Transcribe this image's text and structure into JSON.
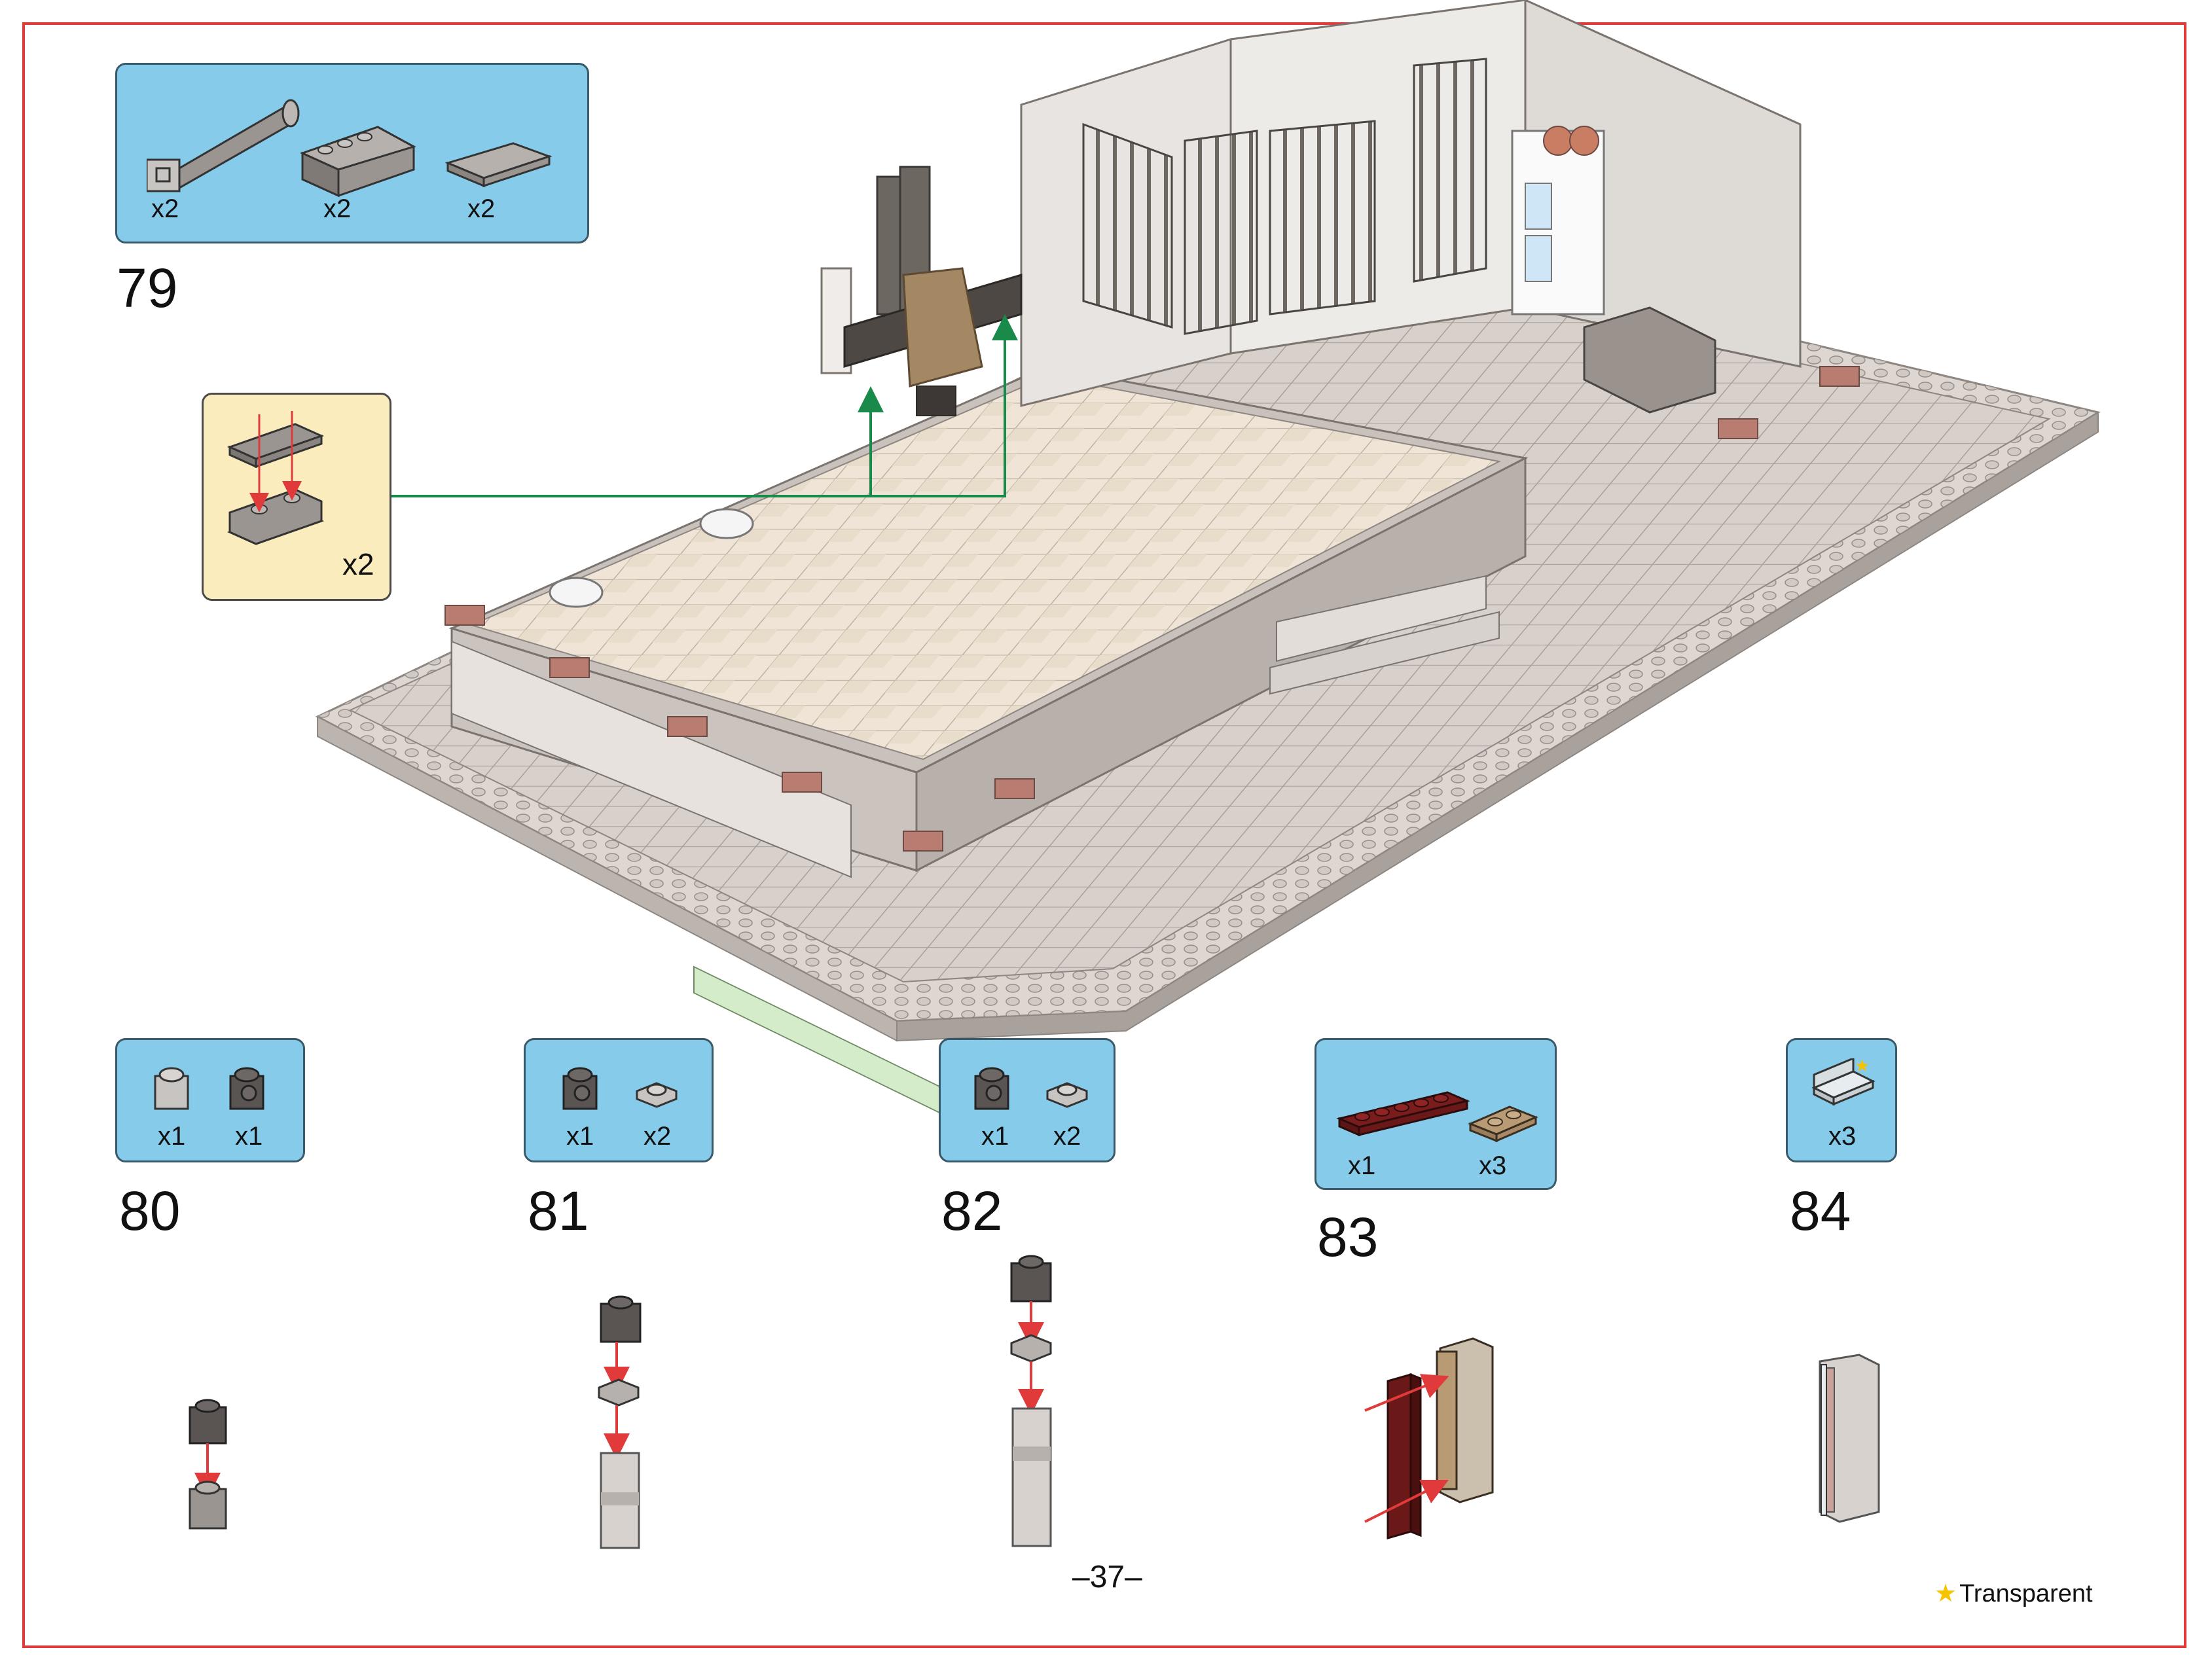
{
  "page_number": "–37–",
  "legend": {
    "star": "★",
    "label": "Transparent"
  },
  "steps": {
    "s79": {
      "number": "79",
      "parts": [
        {
          "qty": "x2",
          "part": "bar-3l-icon"
        },
        {
          "qty": "x2",
          "part": "slope-2x4-icon"
        },
        {
          "qty": "x2",
          "part": "tile-2x4-icon"
        }
      ],
      "subassembly_qty": "x2"
    },
    "s80": {
      "number": "80",
      "parts": [
        {
          "qty": "x1",
          "part": "brick-1x1-light-gray"
        },
        {
          "qty": "x1",
          "part": "brick-1x1-stud-side-dark-gray"
        }
      ]
    },
    "s81": {
      "number": "81",
      "parts": [
        {
          "qty": "x1",
          "part": "brick-1x1-stud-side-dark-gray"
        },
        {
          "qty": "x2",
          "part": "plate-1x1-light-gray"
        }
      ]
    },
    "s82": {
      "number": "82",
      "parts": [
        {
          "qty": "x1",
          "part": "brick-1x1-stud-side-dark-gray"
        },
        {
          "qty": "x2",
          "part": "plate-1x1-light-gray"
        }
      ]
    },
    "s83": {
      "number": "83",
      "parts": [
        {
          "qty": "x1",
          "part": "plate-1x6-dark-red"
        },
        {
          "qty": "x3",
          "part": "plate-1x2-clip-tan"
        }
      ]
    },
    "s84": {
      "number": "84",
      "parts": [
        {
          "qty": "x3",
          "part": "panel-transparent-icon"
        }
      ]
    }
  },
  "colors": {
    "frame": "#e03a3a",
    "parts_box": "#86cbea",
    "subassembly_box": "#fbecbd",
    "callout_line": "#1a8a4a",
    "arrow": "#e03a3a",
    "star": "#f5c300"
  }
}
